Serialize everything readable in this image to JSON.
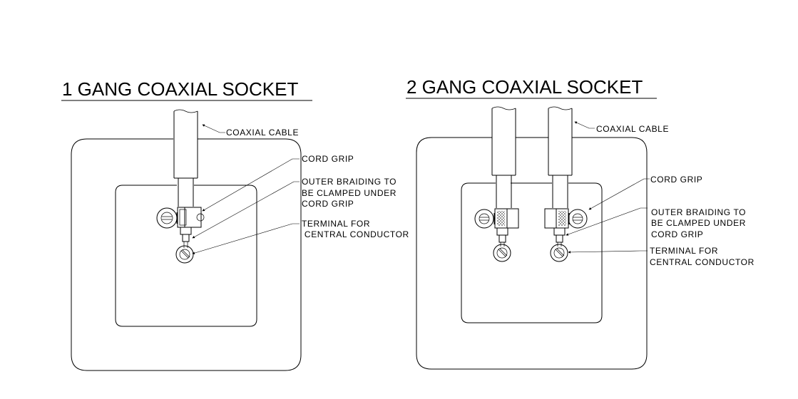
{
  "diagrams": [
    {
      "title": "1 GANG COAXIAL SOCKET",
      "labels": {
        "coaxial_cable": "COAXIAL CABLE",
        "cord_grip": "CORD GRIP",
        "outer_braiding": [
          "OUTER BRAIDING TO",
          "BE CLAMPED UNDER",
          "CORD GRIP"
        ],
        "terminal": [
          "TERMINAL FOR",
          " CENTRAL CONDUCTOR"
        ]
      }
    },
    {
      "title": "2 GANG COAXIAL SOCKET",
      "labels": {
        "coaxial_cable": "COAXIAL CABLE",
        "cord_grip": "CORD GRIP",
        "outer_braiding": [
          "OUTER BRAIDING TO",
          "BE CLAMPED UNDER",
          "CORD GRIP"
        ],
        "terminal": [
          "TERMINAL FOR",
          "CENTRAL CONDUCTOR"
        ]
      }
    }
  ]
}
